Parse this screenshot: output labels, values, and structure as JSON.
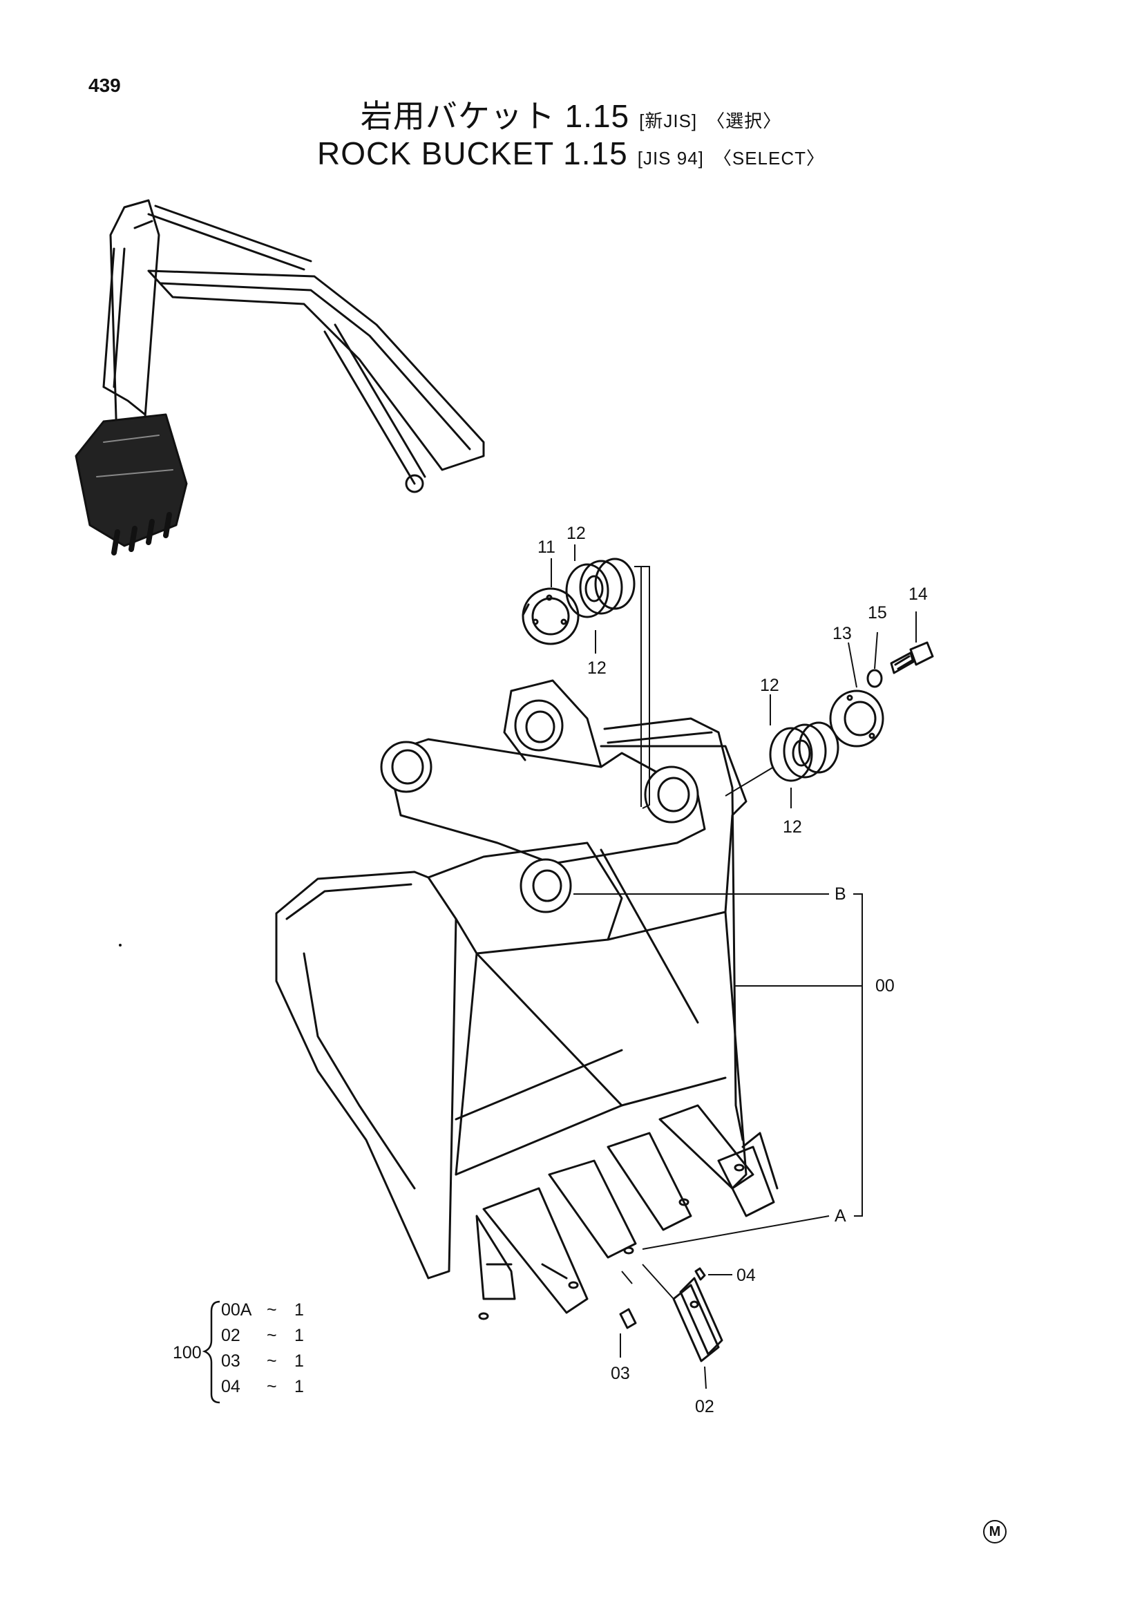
{
  "page": {
    "number": "439"
  },
  "title": {
    "jp_main": "岩用バケット 1.15",
    "jp_tag1": "[新JIS]",
    "jp_tag2": "〈選択〉",
    "en_main": "ROCK  BUCKET  1.15",
    "en_tag1": "[JIS 94]",
    "en_tag2": "〈SELECT〉"
  },
  "callouts": {
    "p11": "11",
    "p12a": "12",
    "p12b": "12",
    "p12c": "12",
    "p12d": "12",
    "p13": "13",
    "p14": "14",
    "p15": "15",
    "pB": "B",
    "p00": "00",
    "pA": "A",
    "p04": "04",
    "p03": "03",
    "p02": "02"
  },
  "assembly": {
    "qty_label": "100",
    "rows": [
      {
        "part": "00A",
        "tilde": "~",
        "qty": "1"
      },
      {
        "part": "02",
        "tilde": "~",
        "qty": "1"
      },
      {
        "part": "03",
        "tilde": "~",
        "qty": "1"
      },
      {
        "part": "04",
        "tilde": "~",
        "qty": "1"
      }
    ]
  },
  "mark": {
    "symbol": "M"
  }
}
